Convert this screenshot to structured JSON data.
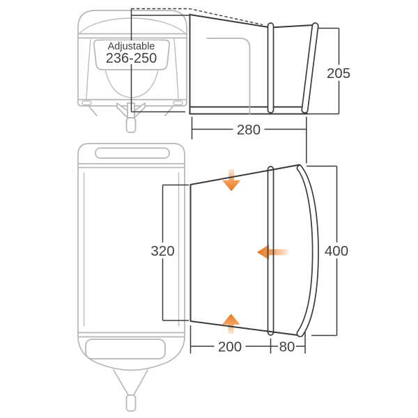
{
  "colors": {
    "line_dark": "#3a3a3a",
    "line_gray": "#b6b6b6",
    "accent_orange": "#ed7a23"
  },
  "elevation": {
    "adjustable_label": "Adjustable",
    "adjustable_range": "236-250",
    "awning_height": "205",
    "awning_depth": "280"
  },
  "plan": {
    "width_at_caravan": "320",
    "width_at_front": "400",
    "depth_to_pole": "200",
    "depth_front_section": "80"
  }
}
